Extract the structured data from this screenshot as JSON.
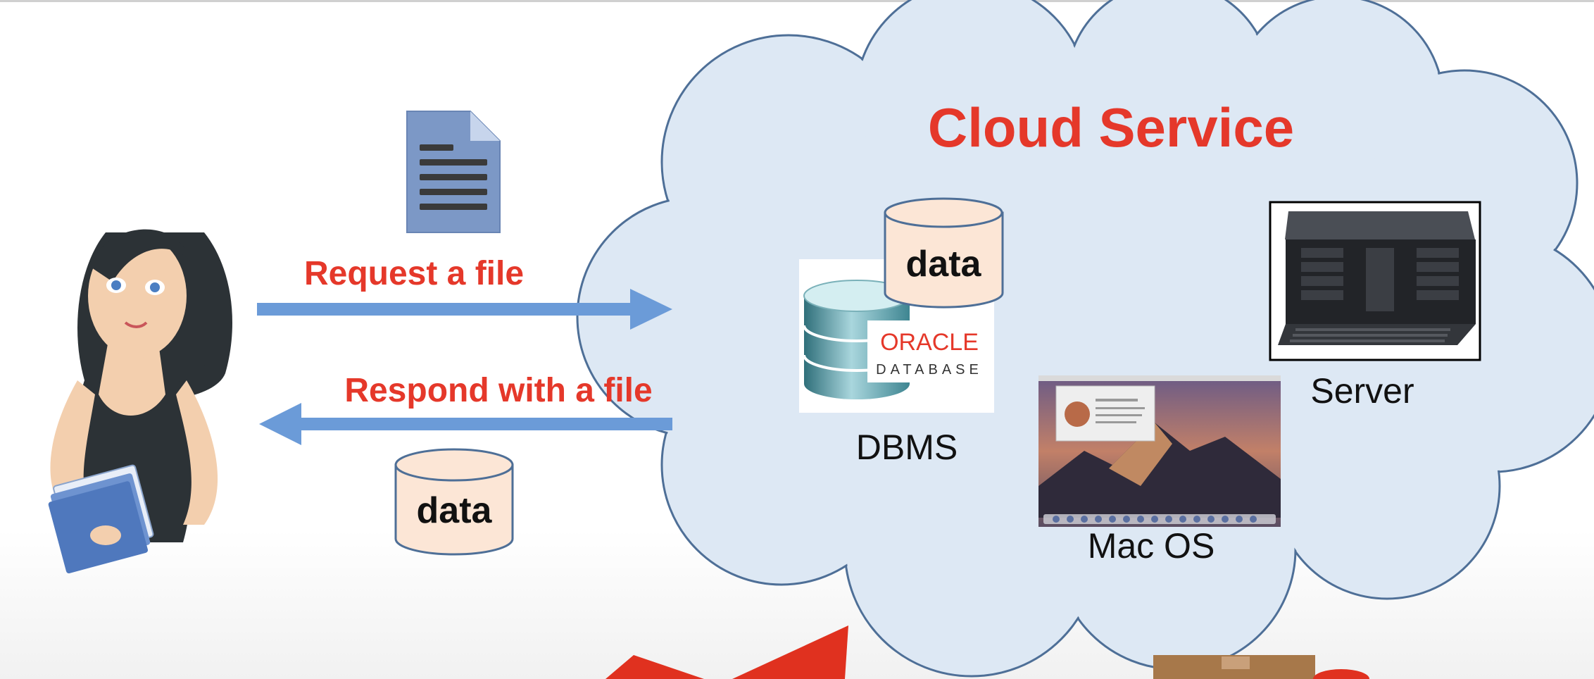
{
  "title": "Cloud Service",
  "arrows": {
    "request_label": "Request a file",
    "respond_label": "Respond with  a file"
  },
  "cylinders": {
    "left_label": "data",
    "cloud_label": "data"
  },
  "oracle": {
    "brand": "ORACLE",
    "product": "DATABASE"
  },
  "captions": {
    "dbms": "DBMS",
    "mac": "Mac OS",
    "server": "Server"
  },
  "colors": {
    "accent_red": "#e5382a",
    "arrow_blue": "#6b9bd8",
    "cloud_fill": "#dde8f4",
    "cloud_stroke": "#4e6f97",
    "cylinder_fill": "#fce6d6"
  },
  "icons": [
    "user-woman-icon",
    "document-icon",
    "server-icon",
    "database-icon"
  ]
}
